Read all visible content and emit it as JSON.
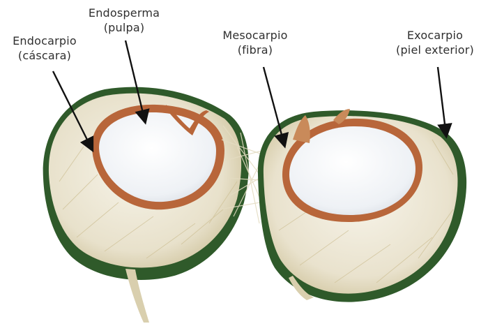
{
  "labels": {
    "endosperma": {
      "line1": "Endosperma",
      "line2": "(pulpa)"
    },
    "endocarpio": {
      "line1": "Endocarpio",
      "line2": "(cáscara)"
    },
    "mesocarpio": {
      "line1": "Mesocarpio",
      "line2": "(fibra)"
    },
    "exocarpio": {
      "line1": "Exocarpio",
      "line2": "(piel exterior)"
    }
  },
  "colors": {
    "exocarp": "#2f5a2a",
    "mesocarp": "#ece7d6",
    "fiber": "#d9cfae",
    "endocarp": "#b8663a",
    "endosperm": "#f3f5f8",
    "arrow": "#111111",
    "text": "#2f2f2f"
  }
}
